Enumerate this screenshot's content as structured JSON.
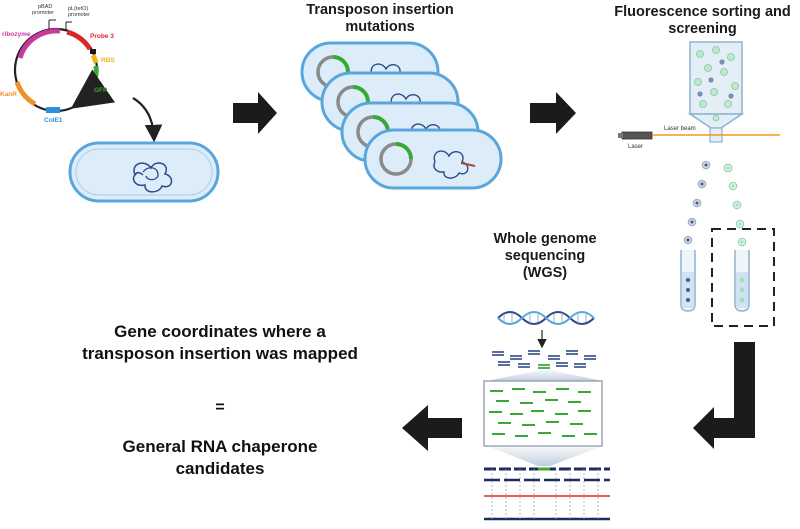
{
  "titles": {
    "transposon": "Transposon insertion mutations",
    "fluorescence": "Fluorescence sorting and screening",
    "wgs_line1": "Whole genome",
    "wgs_line2": "sequencing",
    "wgs_line3": "(WGS)"
  },
  "plasmid": {
    "pbad": "pBAD promoter",
    "pltet": "pL(tetO) promoter",
    "probe": "Probe 3",
    "rbs": "RBS",
    "gfp": "GFP",
    "cole1": "ColE1",
    "kanr": "KanR",
    "ribozyme": "ribozyme"
  },
  "sorter": {
    "laser_beam": "Laser beam",
    "laser": "Laser"
  },
  "result": {
    "line1": "Gene coordinates where a",
    "line2": "transposon insertion was mapped",
    "equals": "=",
    "line3": "General RNA chaperone",
    "line4": "candidates"
  },
  "colors": {
    "ribozyme": "#c8399c",
    "probe": "#d8282a",
    "rbs": "#f0b31c",
    "gfp": "#39a935",
    "cole1": "#2e8fd8",
    "kanr": "#f0902a",
    "cell_border": "#5aa6dc",
    "cell_fill": "#dcedf9",
    "arrow": "#1b1b1b"
  }
}
